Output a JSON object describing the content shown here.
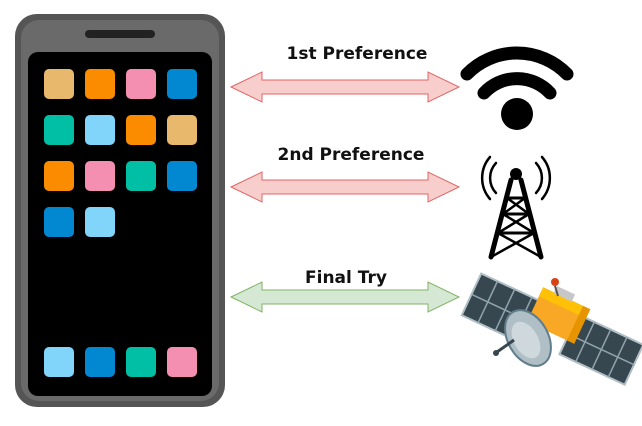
{
  "connections": [
    {
      "label": "1st Preference",
      "icon": "wifi-icon",
      "arrow_fill": "#f8cecc",
      "arrow_stroke": "#e06666"
    },
    {
      "label": "2nd Preference",
      "icon": "cell-tower-icon",
      "arrow_fill": "#f8cecc",
      "arrow_stroke": "#e06666"
    },
    {
      "label": "Final Try",
      "icon": "satellite-icon",
      "arrow_fill": "#d5e8d4",
      "arrow_stroke": "#82b366"
    }
  ],
  "phone": {
    "icon": "smartphone-icon",
    "app_icon_colors": [
      [
        "#e8b86d",
        "#fb8c00",
        "#f48fb1",
        "#0288d1"
      ],
      [
        "#00bfa5",
        "#81d4fa",
        "#fb8c00",
        "#e8b86d"
      ],
      [
        "#fb8c00",
        "#f48fb1",
        "#00bfa5",
        "#0288d1"
      ],
      [
        "#0288d1",
        "#81d4fa"
      ]
    ],
    "dock_colors": [
      "#81d4fa",
      "#0288d1",
      "#00bfa5",
      "#f48fb1"
    ]
  }
}
